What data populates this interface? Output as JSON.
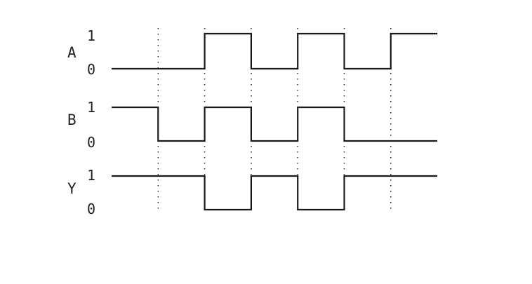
{
  "timing_diagram": {
    "time_slots": 7,
    "guide_boundaries": [
      1,
      2,
      3,
      4,
      5,
      6
    ],
    "signals": [
      {
        "name": "A",
        "high_label": "1",
        "low_label": "0",
        "levels": [
          0,
          0,
          1,
          0,
          1,
          0,
          1
        ]
      },
      {
        "name": "B",
        "high_label": "1",
        "low_label": "0",
        "levels": [
          1,
          0,
          1,
          0,
          1,
          0,
          0
        ]
      },
      {
        "name": "Y",
        "high_label": "1",
        "low_label": "0",
        "levels": [
          1,
          1,
          0,
          1,
          0,
          1,
          1
        ]
      }
    ]
  }
}
